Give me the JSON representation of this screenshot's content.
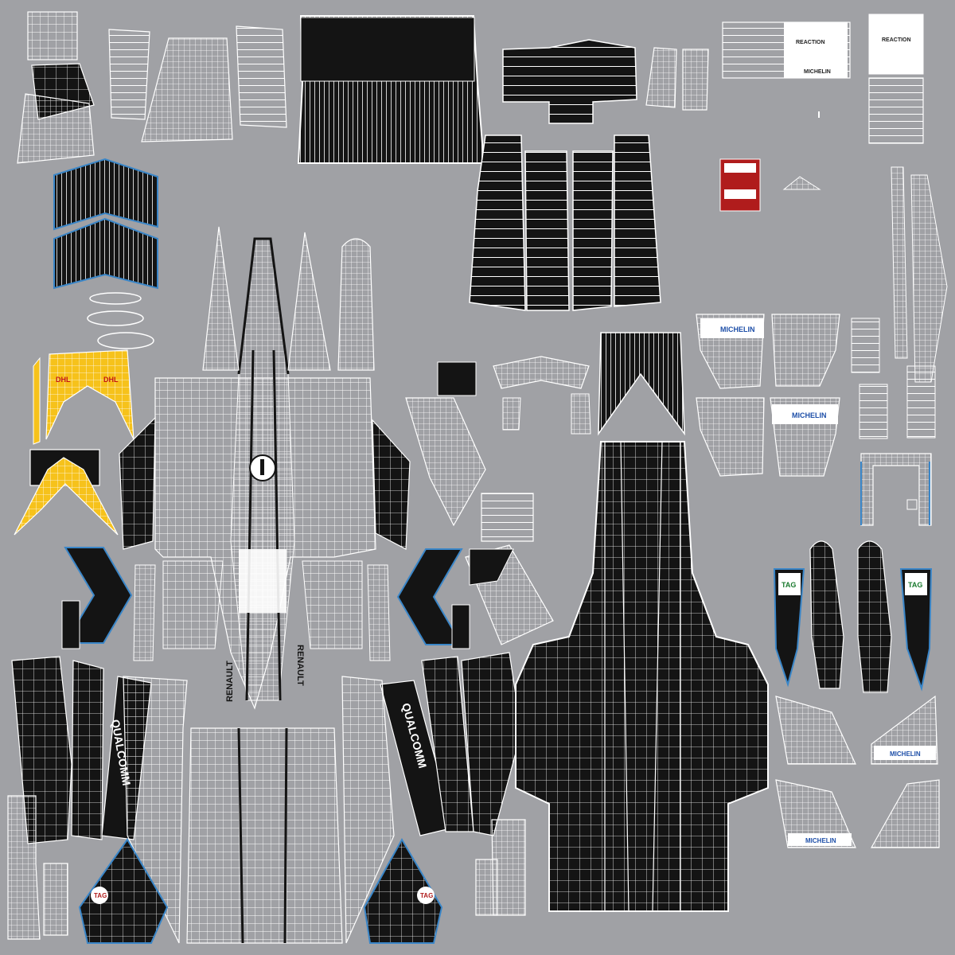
{
  "decals": {
    "renault": "RENAULT",
    "qualcomm": "QUALCOMM",
    "michelin": "MICHELIN",
    "tag": "TAG",
    "reaction": "REACTION",
    "dhl": "DHL"
  },
  "colors": {
    "background": "#a0a1a5",
    "panel_black": "#141414",
    "wire": "#ffffff",
    "accent_blue": "#3a86c8",
    "dhl_yellow": "#f6c21b",
    "red_decal": "#b01c1c",
    "michelin_blue": "#1e4fa8"
  }
}
